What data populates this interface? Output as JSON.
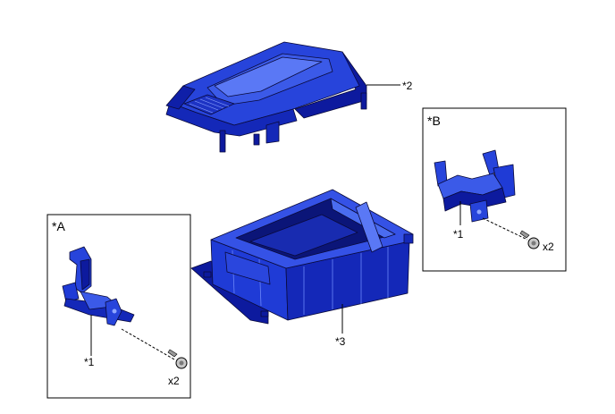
{
  "labels": {
    "top_cover_callout": "*2",
    "box_callout": "*3",
    "box_a_title": "*A",
    "box_a_bracket_callout": "*1",
    "box_a_quantity": "x2",
    "box_b_title": "*B",
    "box_b_bracket_callout": "*1",
    "box_b_quantity": "x2"
  },
  "colors": {
    "part_dark": "#0d1a9e",
    "part_main": "#1f3bd6",
    "part_light": "#4a6cf0",
    "part_highlight": "#8fa6ff",
    "bolt": "#c8c8c8",
    "line": "#000000"
  }
}
